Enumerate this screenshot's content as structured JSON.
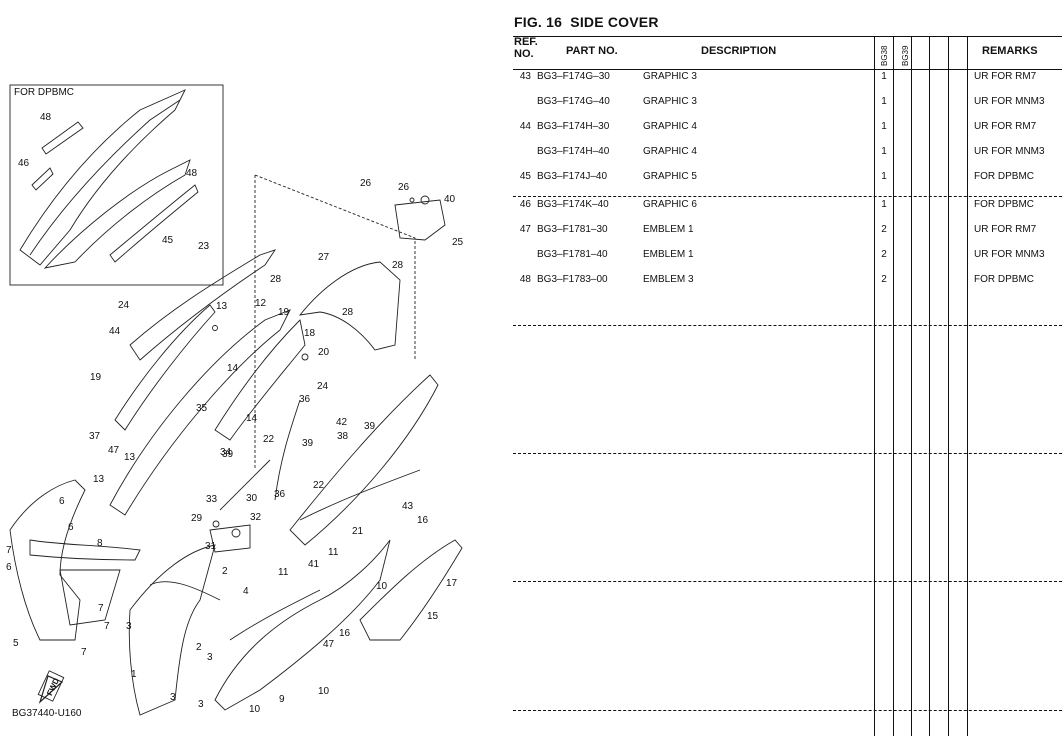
{
  "figure": {
    "number_label": "FIG. 16",
    "title": "SIDE COVER"
  },
  "table": {
    "headers": {
      "ref_line1": "REF.",
      "ref_line2": "NO.",
      "part_no": "PART NO.",
      "description": "DESCRIPTION",
      "model1": "BG38",
      "model2": "BG39",
      "remarks": "REMARKS"
    },
    "rows": [
      {
        "ref": "43",
        "part_no": "BG3–F174G–30",
        "description": "GRAPHIC 3",
        "q1": "1",
        "q2": "",
        "remarks": "UR FOR RM7"
      },
      {
        "ref": "",
        "part_no": "BG3–F174G–40",
        "description": "GRAPHIC 3",
        "q1": "1",
        "q2": "",
        "remarks": "UR FOR MNM3"
      },
      {
        "ref": "44",
        "part_no": "BG3–F174H–30",
        "description": "GRAPHIC 4",
        "q1": "1",
        "q2": "",
        "remarks": "UR FOR RM7"
      },
      {
        "ref": "",
        "part_no": "BG3–F174H–40",
        "description": "GRAPHIC 4",
        "q1": "1",
        "q2": "",
        "remarks": "UR FOR MNM3"
      },
      {
        "ref": "45",
        "part_no": "BG3–F174J–40",
        "description": "GRAPHIC 5",
        "q1": "1",
        "q2": "",
        "remarks": "FOR DPBMC"
      },
      {
        "ref": "46",
        "part_no": "BG3–F174K–40",
        "description": "GRAPHIC 6",
        "q1": "1",
        "q2": "",
        "remarks": "FOR DPBMC"
      },
      {
        "ref": "47",
        "part_no": "BG3–F1781–30",
        "description": "EMBLEM 1",
        "q1": "2",
        "q2": "",
        "remarks": "UR FOR RM7"
      },
      {
        "ref": "",
        "part_no": "BG3–F1781–40",
        "description": "EMBLEM 1",
        "q1": "2",
        "q2": "",
        "remarks": "UR FOR MNM3"
      },
      {
        "ref": "48",
        "part_no": "BG3–F1783–00",
        "description": "EMBLEM 3",
        "q1": "2",
        "q2": "",
        "remarks": "FOR DPBMC"
      }
    ]
  },
  "diagram": {
    "inset_label": "FOR DPBMC",
    "code": "BG37440-U160",
    "fwd_label": "FWD",
    "callouts": [
      "48",
      "46",
      "48",
      "45",
      "26",
      "26",
      "40",
      "25",
      "23",
      "27",
      "28",
      "28",
      "24",
      "13",
      "12",
      "19",
      "44",
      "18",
      "20",
      "28",
      "14",
      "24",
      "36",
      "35",
      "14",
      "19",
      "39",
      "42",
      "37",
      "47",
      "38",
      "39",
      "22",
      "13",
      "39",
      "34",
      "13",
      "6",
      "22",
      "43",
      "33",
      "30",
      "36",
      "6",
      "29",
      "32",
      "21",
      "16",
      "8",
      "31",
      "7",
      "11",
      "41",
      "6",
      "2",
      "10",
      "17",
      "4",
      "11",
      "7",
      "3",
      "7",
      "15",
      "5",
      "2",
      "16",
      "47",
      "7",
      "1",
      "3",
      "10",
      "3",
      "9",
      "3",
      "10"
    ]
  }
}
